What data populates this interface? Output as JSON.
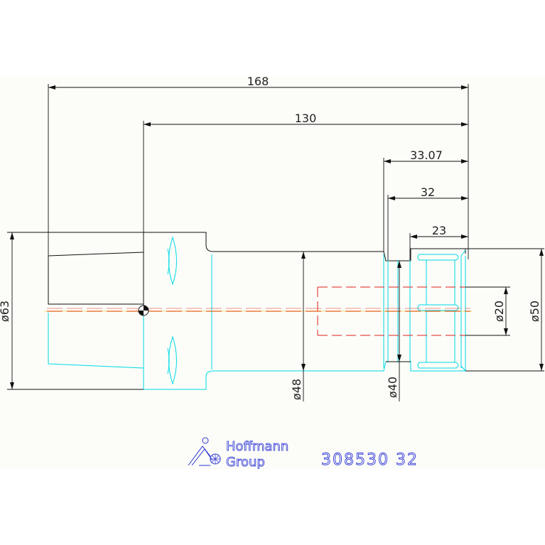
{
  "drawing": {
    "dimensions": {
      "overall_length": "168",
      "length_130": "130",
      "length_33_07": "33.07",
      "length_32": "32",
      "length_23": "23",
      "dia_63": "ø63",
      "dia_48": "ø48",
      "dia_40": "ø40",
      "dia_20": "ø20",
      "dia_50": "ø50"
    },
    "colors": {
      "outline": "#111111",
      "hidden": "#00d8e8",
      "centerline": "#e0201e",
      "logo": "#2b33d6"
    }
  },
  "logo": {
    "line1": "Hoffmann",
    "line2": "Group"
  },
  "part_number": "308530  32"
}
